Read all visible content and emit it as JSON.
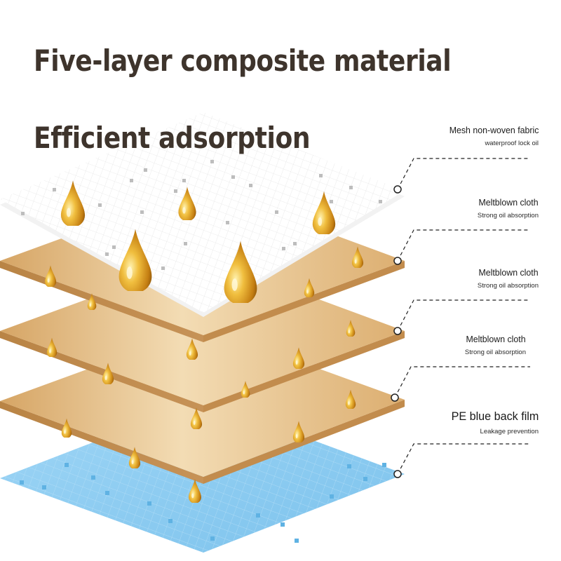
{
  "title": "Five-layer composite material",
  "subtitle": "Efficient adsorption",
  "layers": [
    {
      "name": "Mesh non-woven fabric",
      "desc": "waterproof lock oil"
    },
    {
      "name": "Meltblown cloth",
      "desc": "Strong oil absorption"
    },
    {
      "name": "Meltblown cloth",
      "desc": "Strong oil absorption"
    },
    {
      "name": "Meltblown cloth",
      "desc": "Strong oil absorption"
    },
    {
      "name": "PE blue back film",
      "desc": "Leakage prevention"
    }
  ],
  "colors": {
    "title": "#3e342c",
    "mesh_layer": "#ffffff",
    "meltblown_layer": "#e5bd82",
    "pe_film_layer": "#8ccbef",
    "oil_drop": "#d4961e",
    "leader_line": "#222222"
  },
  "icons": [
    "oil-drop-icon",
    "connector-dot-icon"
  ]
}
